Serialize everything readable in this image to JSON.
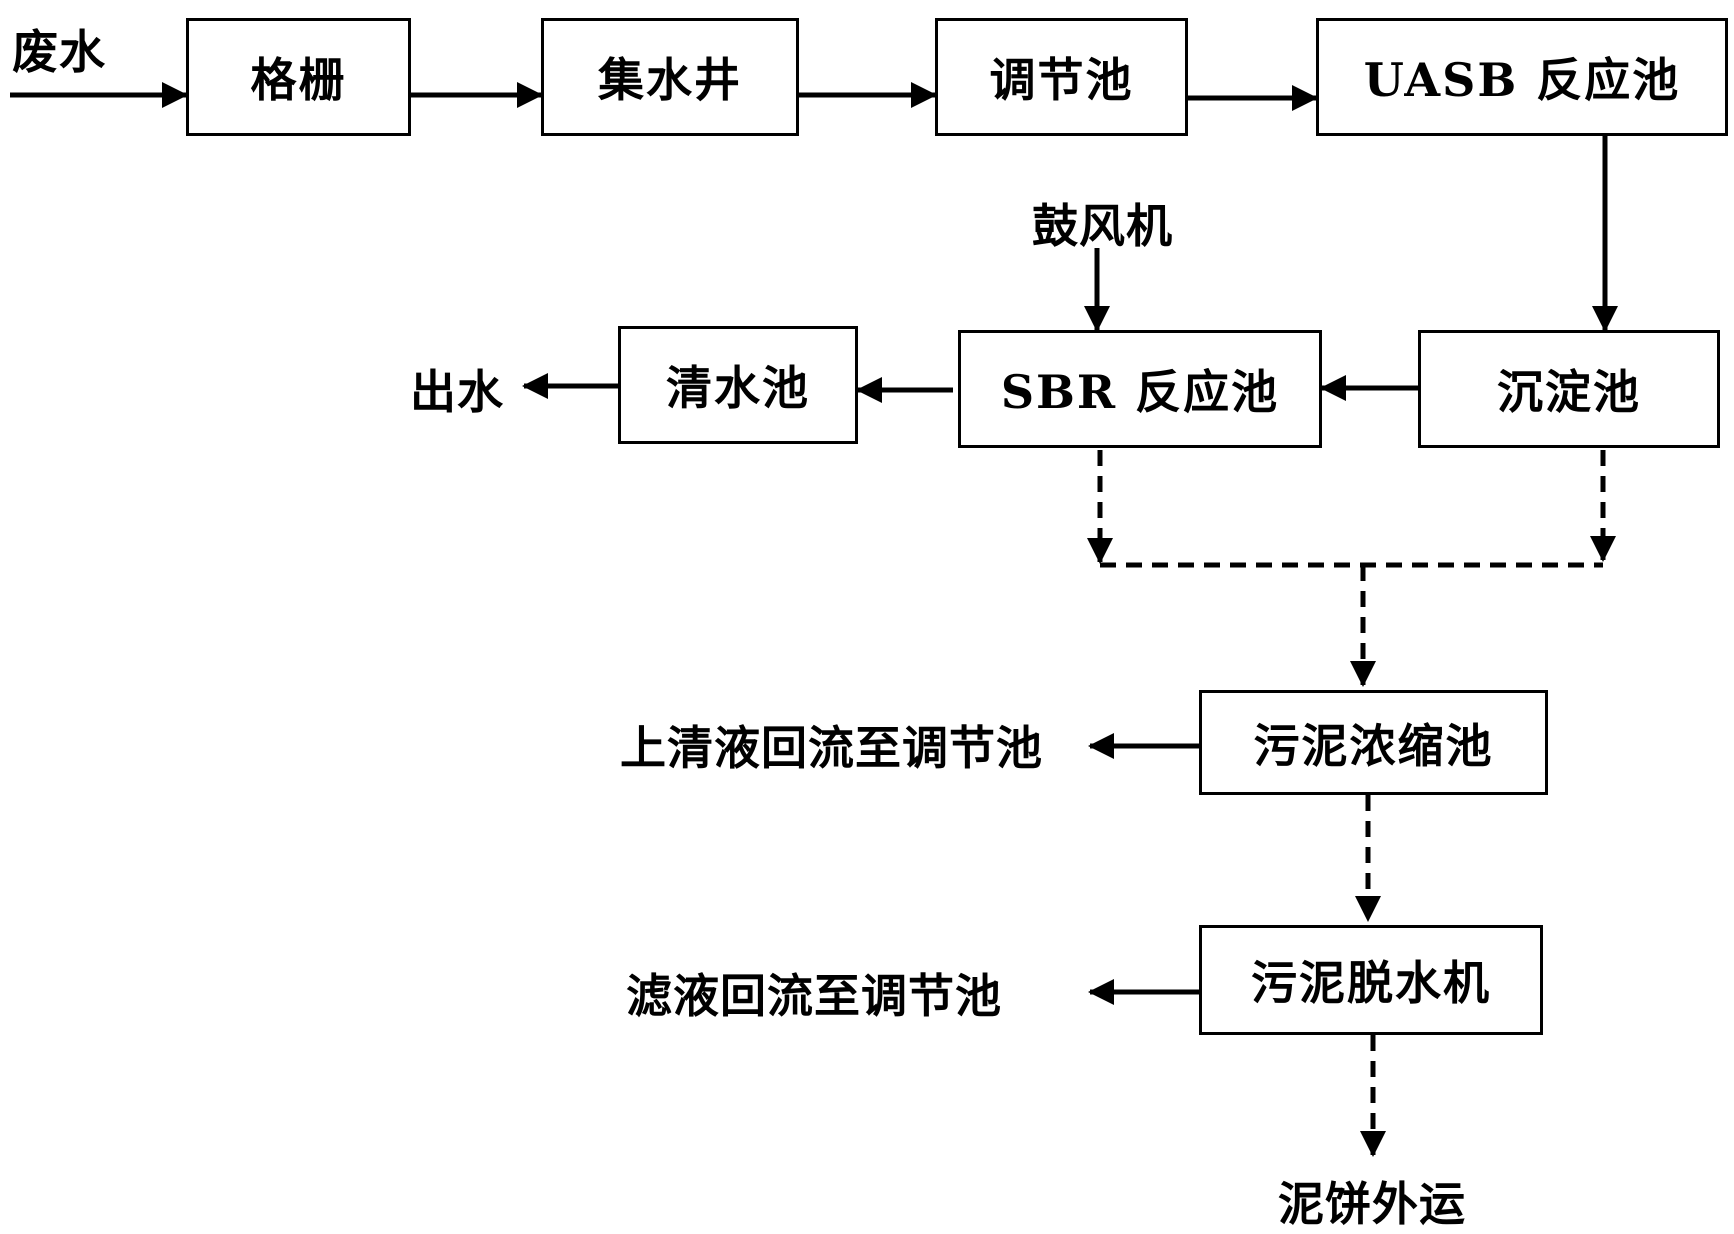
{
  "diagram": {
    "input": "废水",
    "nodes": {
      "grille": "格栅",
      "collection_well": "集水井",
      "equalization_tank": "调节池",
      "uasb_reactor": "UASB 反应池",
      "blower": "鼓风机",
      "sbr_reactor": "SBR 反应池",
      "settling_tank": "沉淀池",
      "clear_water_tank": "清水池",
      "outlet": "出水",
      "sludge_thickener": "污泥浓缩池",
      "sludge_dewatering": "污泥脱水机",
      "supernatant_return": "上清液回流至调节池",
      "filtrate_return": "滤液回流至调节池",
      "sludge_cake": "泥饼外运"
    }
  }
}
